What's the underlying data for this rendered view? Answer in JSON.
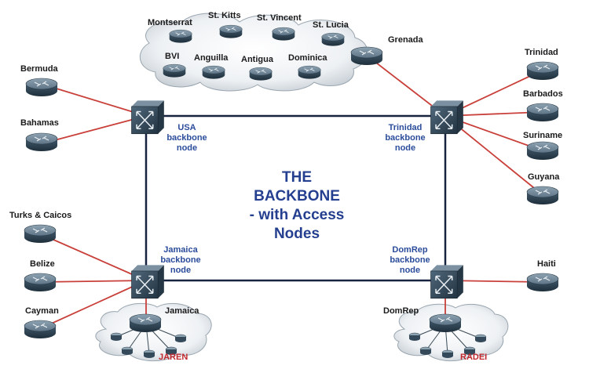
{
  "title_lines": [
    "THE",
    "BACKBONE",
    "- with Access",
    "Nodes"
  ],
  "backbone_nodes": {
    "usa": [
      "USA",
      "backbone",
      "node"
    ],
    "trinidad": [
      "Trinidad",
      "backbone",
      "node"
    ],
    "jamaica": [
      "Jamaica",
      "backbone",
      "node"
    ],
    "domrep": [
      "DomRep",
      "backbone",
      "node"
    ]
  },
  "eastern_caribbean": {
    "montserrat": "Montserrat",
    "st_kitts": "St. Kitts",
    "st_vincent": "St. Vincent",
    "st_lucia": "St. Lucia",
    "bvi": "BVI",
    "anguilla": "Anguilla",
    "antigua": "Antigua",
    "dominica": "Dominica"
  },
  "access": {
    "grenada": "Grenada",
    "bermuda": "Bermuda",
    "bahamas": "Bahamas",
    "trinidad": "Trinidad",
    "barbados": "Barbados",
    "suriname": "Suriname",
    "guyana": "Guyana",
    "turks_caicos": "Turks & Caicos",
    "belize": "Belize",
    "cayman": "Cayman",
    "haiti": "Haiti",
    "jamaica": "Jamaica",
    "domrep": "DomRep"
  },
  "clouds": {
    "jaren": "JAREN",
    "radei": "RADEI"
  },
  "colors": {
    "backbone_link": "#17233f",
    "access_link": "#c9403a",
    "title": "#243f8f",
    "node_label": "#2b4c9b",
    "cloud_label": "#c0282d",
    "router_top": "#6f8596",
    "router_body": "#2f4556"
  }
}
